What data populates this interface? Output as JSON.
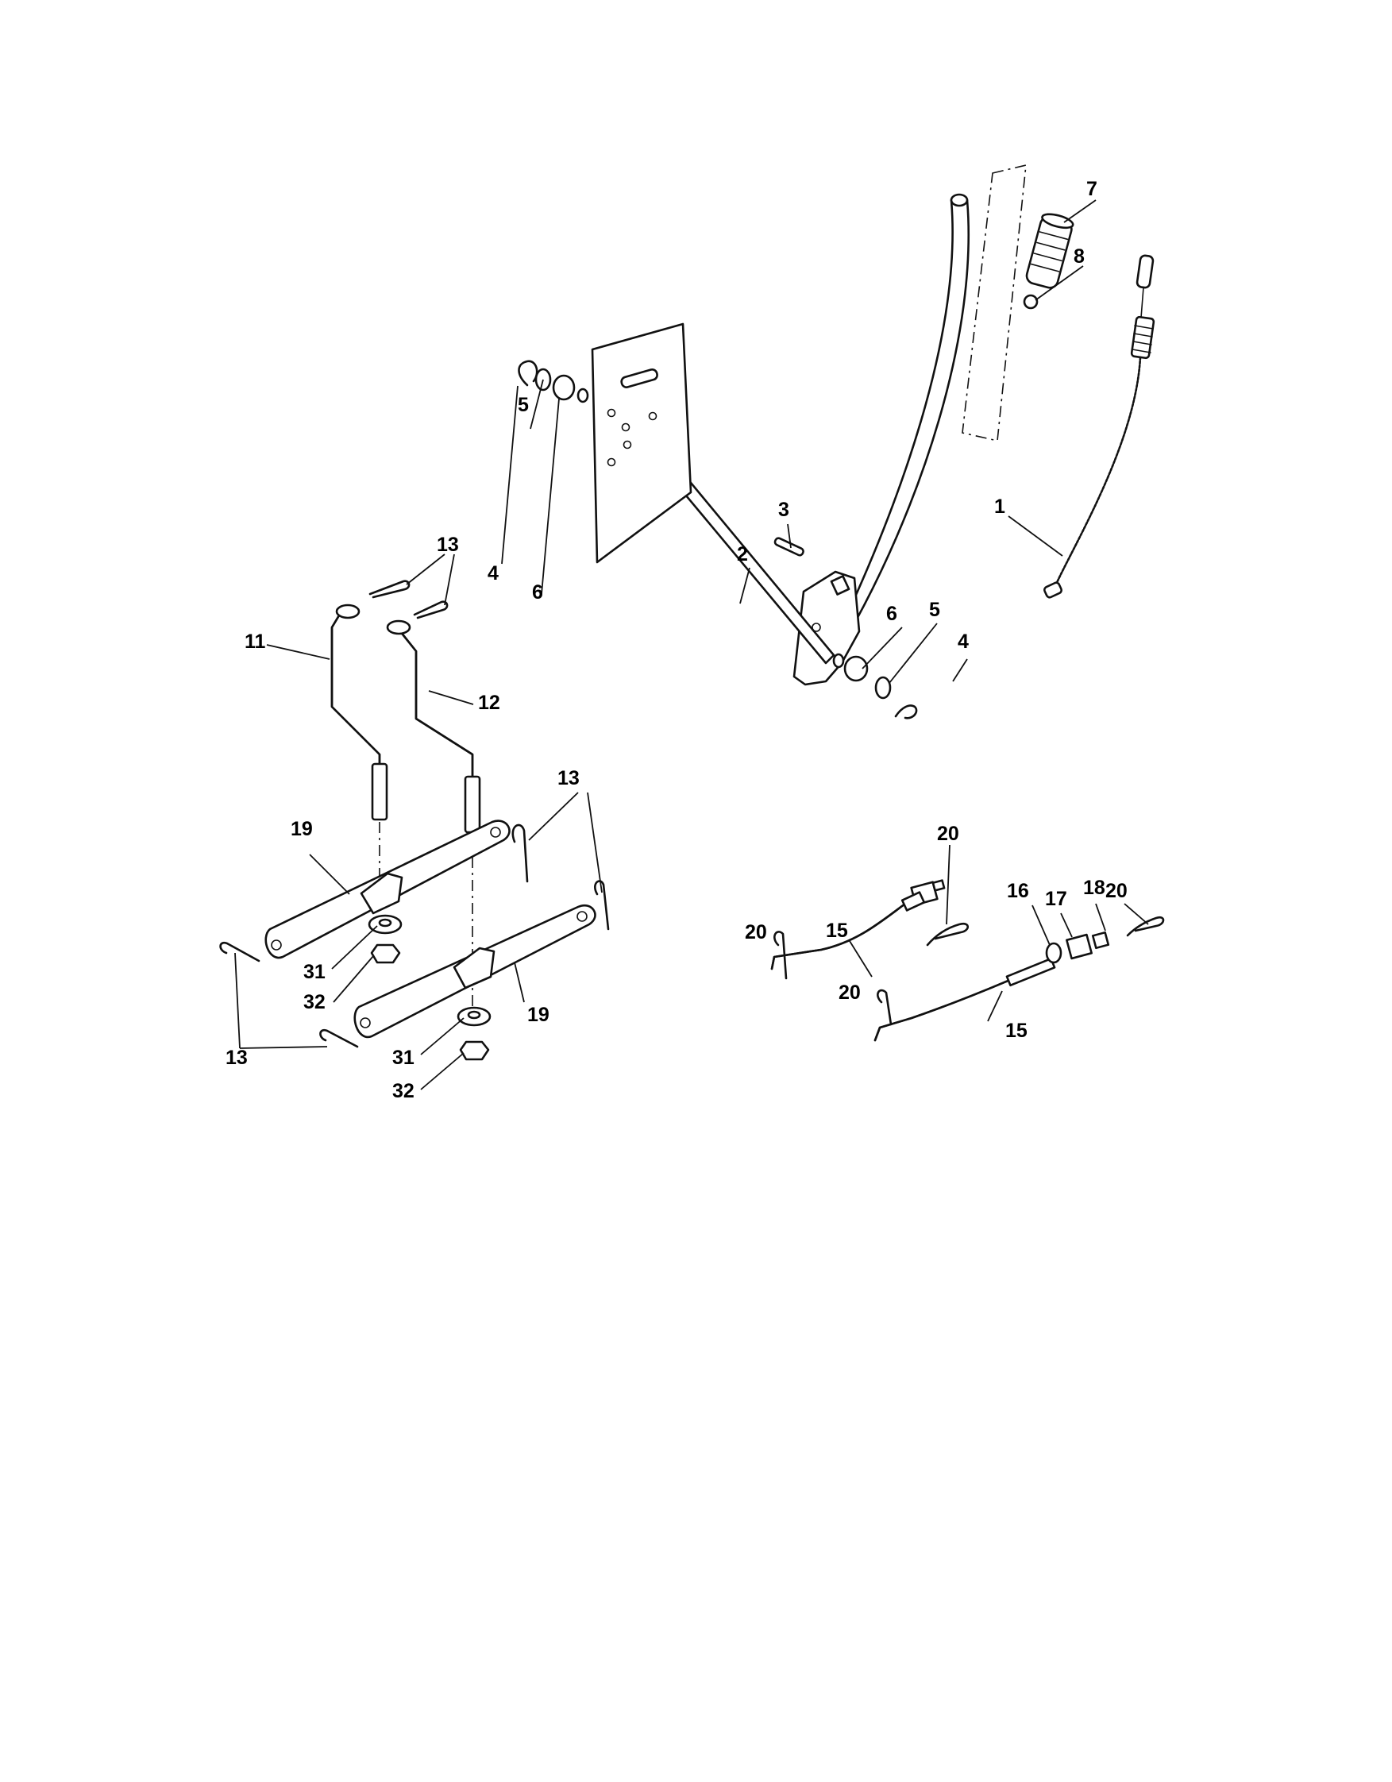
{
  "callouts": {
    "c1": "1",
    "c2": "2",
    "c3": "3",
    "c4a": "4",
    "c4b": "4",
    "c5a": "5",
    "c5b": "5",
    "c6a": "6",
    "c6b": "6",
    "c7": "7",
    "c8": "8",
    "c11": "11",
    "c12": "12",
    "c13a": "13",
    "c13b": "13",
    "c13c": "13",
    "c15a": "15",
    "c15b": "15",
    "c16": "16",
    "c17": "17",
    "c18": "18",
    "c19a": "19",
    "c19b": "19",
    "c20a": "20",
    "c20b": "20",
    "c20c": "20",
    "c20d": "20",
    "c31a": "31",
    "c31b": "31",
    "c32a": "32",
    "c32b": "32"
  },
  "colors": {
    "ink": "#111111",
    "paper": "#ffffff"
  }
}
